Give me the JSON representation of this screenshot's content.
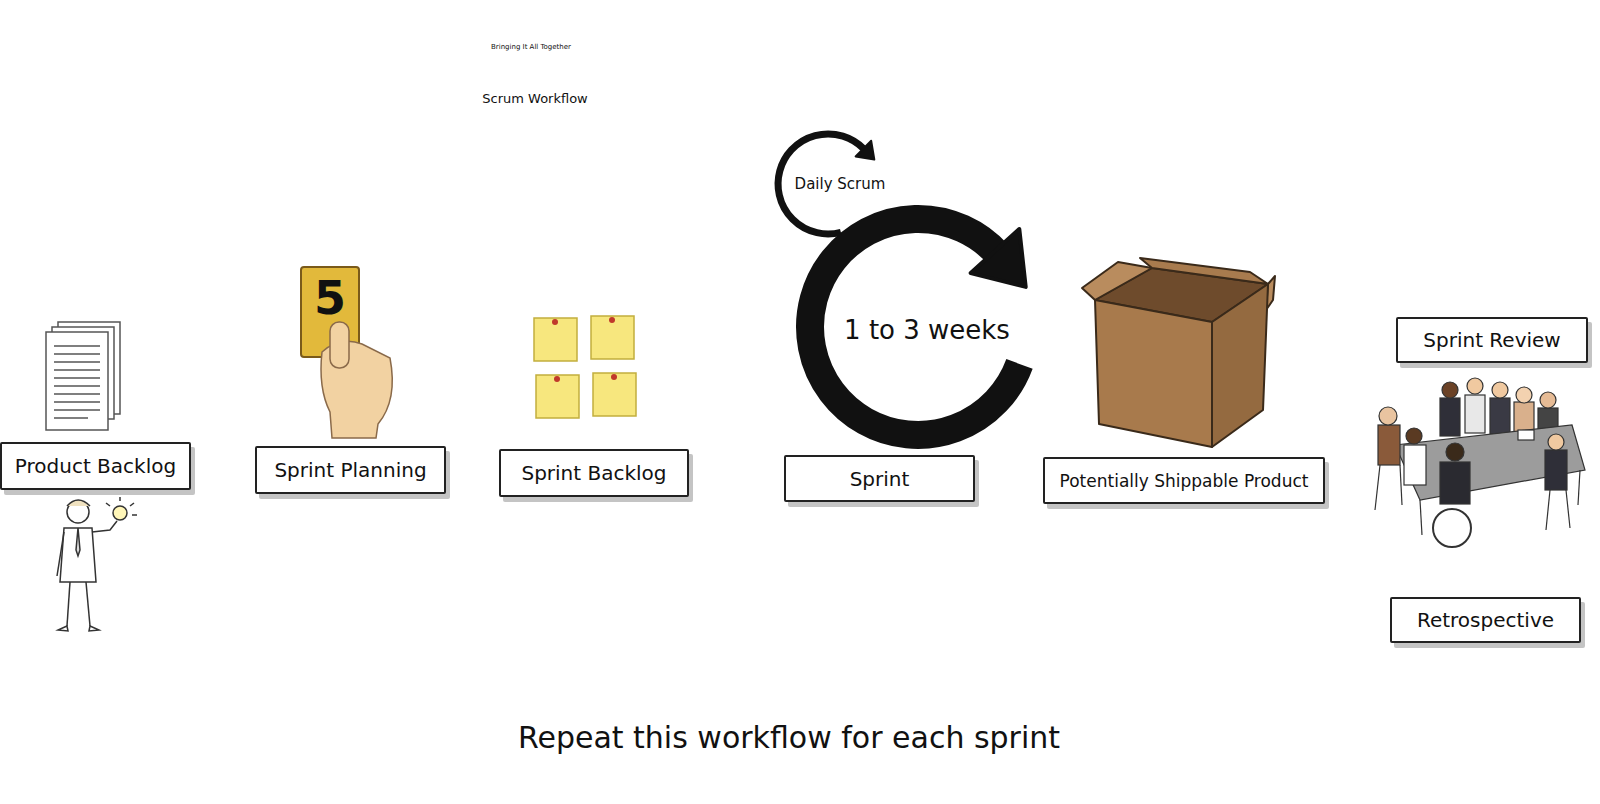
{
  "diagram": {
    "title": "Scrum Workflow",
    "caption": "Repeat this workflow for each sprint",
    "nodes": [
      {
        "text": [
          "Product Backlog"
        ]
      },
      {
        "text": [
          "Sprint Planning"
        ]
      },
      {
        "text": [
          "Sprint Backlog"
        ]
      },
      {
        "text": [
          "Sprint"
        ]
      },
      {
        "text": [
          "Potentially Shippable Product"
        ]
      },
      {
        "text": [
          "Sprint Review"
        ]
      },
      {
        "text": [
          "Retrospective"
        ]
      }
    ],
    "labels": [
      "Bringing It All Together",
      "Daily Scrum",
      "1 to 3 weeks",
      "5"
    ]
  }
}
